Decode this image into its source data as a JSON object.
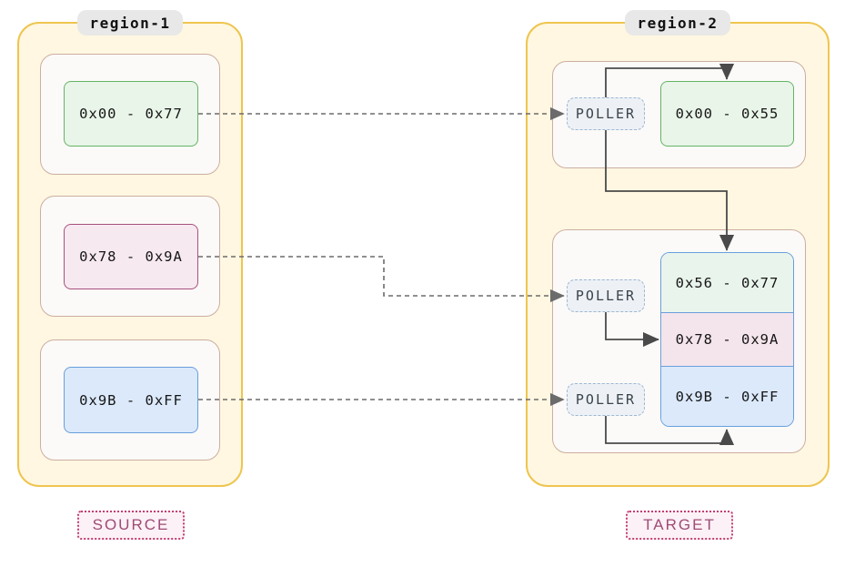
{
  "source_region": {
    "label": "region-1",
    "role_label": "SOURCE",
    "blocks": [
      {
        "range": "0x00 - 0x77",
        "color": "green"
      },
      {
        "range": "0x78 - 0x9A",
        "color": "pink"
      },
      {
        "range": "0x9B - 0xFF",
        "color": "blue"
      }
    ]
  },
  "target_region": {
    "label": "region-2",
    "role_label": "TARGET",
    "poller_label": "POLLER",
    "top_block": {
      "range": "0x00 - 0x55",
      "color": "green"
    },
    "stack_segments": [
      {
        "range": "0x56 - 0x77",
        "color": "green"
      },
      {
        "range": "0x78 - 0x9A",
        "color": "pink"
      },
      {
        "range": "0x9B - 0xFF",
        "color": "blue"
      }
    ]
  },
  "connections": [
    {
      "from": "source 0x00 - 0x77",
      "to": "poller-1",
      "style": "dashed"
    },
    {
      "from": "source 0x78 - 0x9A",
      "to": "poller-2",
      "style": "dashed"
    },
    {
      "from": "source 0x9B - 0xFF",
      "to": "poller-3",
      "style": "dashed"
    },
    {
      "from": "poller-1",
      "to": "target 0x00 - 0x55",
      "style": "solid"
    },
    {
      "from": "poller-1",
      "to": "target stack top (0x56 - 0x77)",
      "style": "solid"
    },
    {
      "from": "poller-2",
      "to": "target 0x78 - 0x9A",
      "style": "solid"
    },
    {
      "from": "poller-3",
      "to": "target 0x9B - 0xFF (bottom)",
      "style": "solid"
    }
  ],
  "colors": {
    "region_fill": "#FFF7E1",
    "region_border": "#EEC54F",
    "group_fill": "#FBFAF8",
    "group_border": "#CDAEA0",
    "green_fill": "#E9F5E9",
    "green_border": "#66B366",
    "pink_fill": "#F7E9F0",
    "pink_border": "#A8517D",
    "blue_fill": "#DBE9FB",
    "blue_border": "#699FDC",
    "poller_fill": "#EDF1F6",
    "poller_border": "#9CB7D1",
    "badge_fill": "#FCF1F6",
    "badge_border": "#C23F72",
    "badge_text": "#9E4B76",
    "label_pill_bg": "#E8E8E8",
    "solid_arrow": "#4A4A4A",
    "dashed_arrow": "#6B6B6B"
  }
}
